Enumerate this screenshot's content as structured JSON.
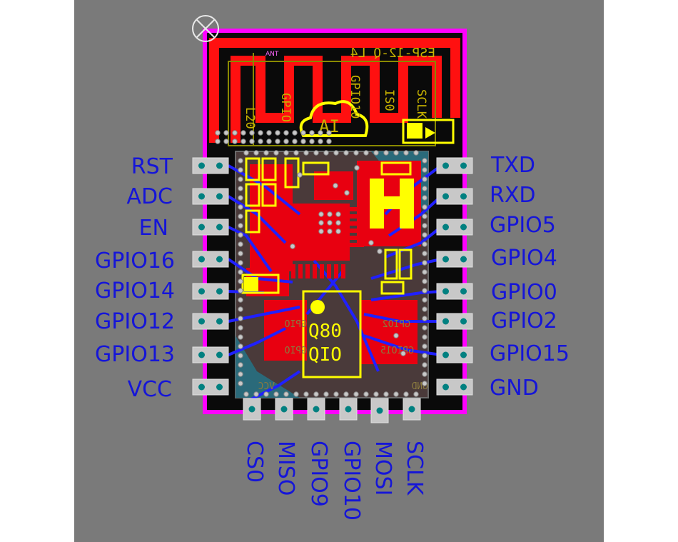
{
  "module": {
    "name": "ESP-12-Q L4",
    "logo_text": "AI",
    "chip_text": [
      "Q80",
      "QIO"
    ],
    "ant_tag": "ANT"
  },
  "silkscreen": {
    "vertical_marks": [
      "L20",
      "GPIO",
      "GPIO10",
      "IS0",
      "SCLK"
    ],
    "small_marks": [
      "GPIO",
      "GPIO",
      "GPIO2",
      "GPIO15",
      "VCC",
      "GND"
    ]
  },
  "pins": {
    "left": [
      "RST",
      "ADC",
      "EN",
      "GPIO16",
      "GPIO14",
      "GPIO12",
      "GPIO13",
      "VCC"
    ],
    "right": [
      "TXD",
      "RXD",
      "GPIO5",
      "GPIO4",
      "GPIO0",
      "GPIO2",
      "GPIO15",
      "GND"
    ],
    "bottom": [
      "CS0",
      "MISO",
      "GPIO9",
      "GPIO10",
      "MOSI",
      "SCLK"
    ]
  },
  "colors": {
    "background": "#7a7a7a",
    "board_outline": "#ff00ff",
    "copper_top": "#ff0000",
    "copper_bottom": "#1a1acc",
    "silkscreen": "#ffff00",
    "pad": "#c8c8c8",
    "pad_hole": "#008080",
    "label": "#1515d8"
  }
}
